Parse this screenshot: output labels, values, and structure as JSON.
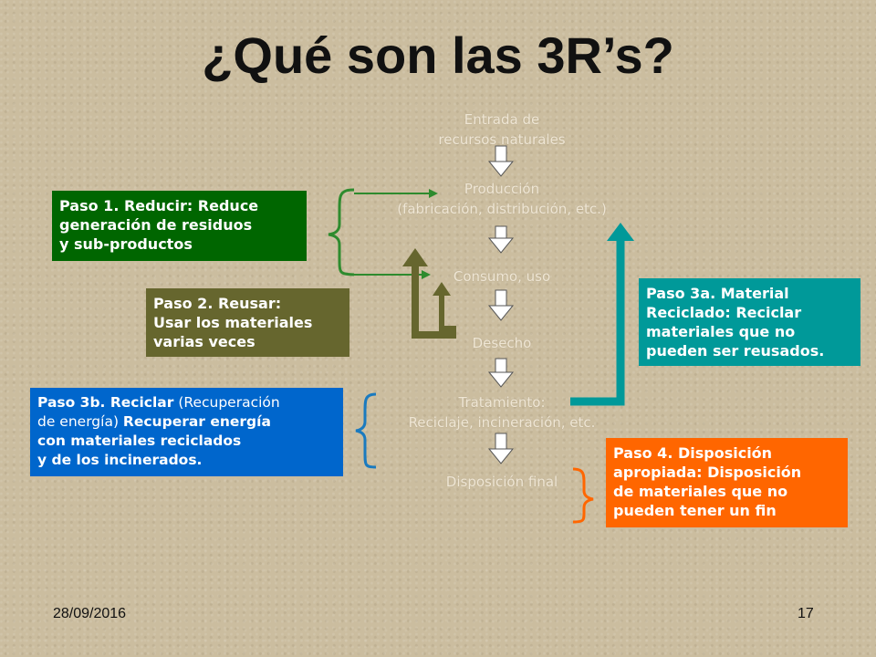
{
  "title": "¿Qué son las 3R’s?",
  "flow": {
    "entrada_1": "Entrada de",
    "entrada_2": "recursos naturales",
    "produccion_1": "Producción",
    "produccion_2": "(fabricación, distribución, etc.)",
    "consumo": "Consumo, uso",
    "desecho": "Desecho",
    "tratamiento_1": "Tratamiento:",
    "tratamiento_2": "Reciclaje, incineración, etc.",
    "disposicion": "Disposición final"
  },
  "boxes": {
    "paso1": {
      "line1": "Paso 1. Reducir: Reduce",
      "line2": "generación de residuos",
      "line3": "y sub-productos",
      "color": "#006600"
    },
    "paso2": {
      "line1": "Paso 2. Reusar:",
      "line2": "Usar los materiales",
      "line3": "varias veces",
      "color": "#66662e"
    },
    "paso3a": {
      "line1": "Paso 3a. Material",
      "line2": "Reciclado: Reciclar",
      "line3": "materiales que no",
      "line4": "pueden ser reusados.",
      "color": "#009999"
    },
    "paso3b": {
      "line1_bold": "Paso 3b. Reciclar",
      "line1_light": " (Recuperación",
      "line2_light": "de energía) ",
      "line2_bold": "Recuperar energía",
      "line3": "con materiales reciclados",
      "line4": "y de los incinerados.",
      "color": "#0066cc"
    },
    "paso4": {
      "line1": "Paso 4. Disposición",
      "line2": "apropiada: Disposición",
      "line3": "de materiales que no",
      "line4": "pueden tener un fin",
      "color": "#ff6600"
    }
  },
  "footer": {
    "date": "28/09/2016",
    "page": "17"
  }
}
